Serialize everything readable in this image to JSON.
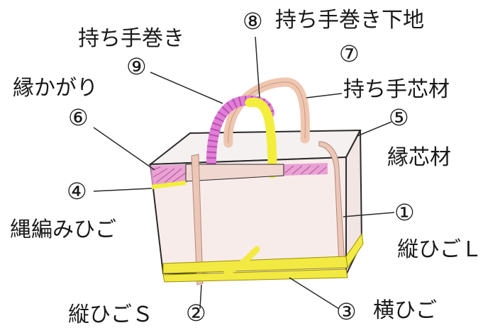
{
  "labels": {
    "handle_wrap": "持ち手巻き",
    "handle_wrap_base": "持ち手巻き下地",
    "rim_whip": "縁かがり",
    "handle_core": "持ち手芯材",
    "rim_core": "縁芯材",
    "rope_braid": "縄編みひご",
    "vertical_l": "縦ひごＬ",
    "vertical_s": "縦ひごＳ",
    "horizontal": "横ひご"
  },
  "numbers": {
    "n1": "①",
    "n2": "②",
    "n3": "③",
    "n4": "④",
    "n5": "⑤",
    "n6": "⑥",
    "n7": "⑦",
    "n8": "⑧",
    "n9": "⑨"
  },
  "colors": {
    "bag_fill": "#f8ecea",
    "bag_outline": "#2a2a2a",
    "vertical_strip": "#ecc7b8",
    "horizontal_strip": "#f2ea42",
    "handle_core": "#efc6b0",
    "handle_wrap": "#e07fd6",
    "handle_wrap_base": "#f3ee3c",
    "rim_whip": "#e595cf",
    "leader_line": "#2a2a2a"
  }
}
